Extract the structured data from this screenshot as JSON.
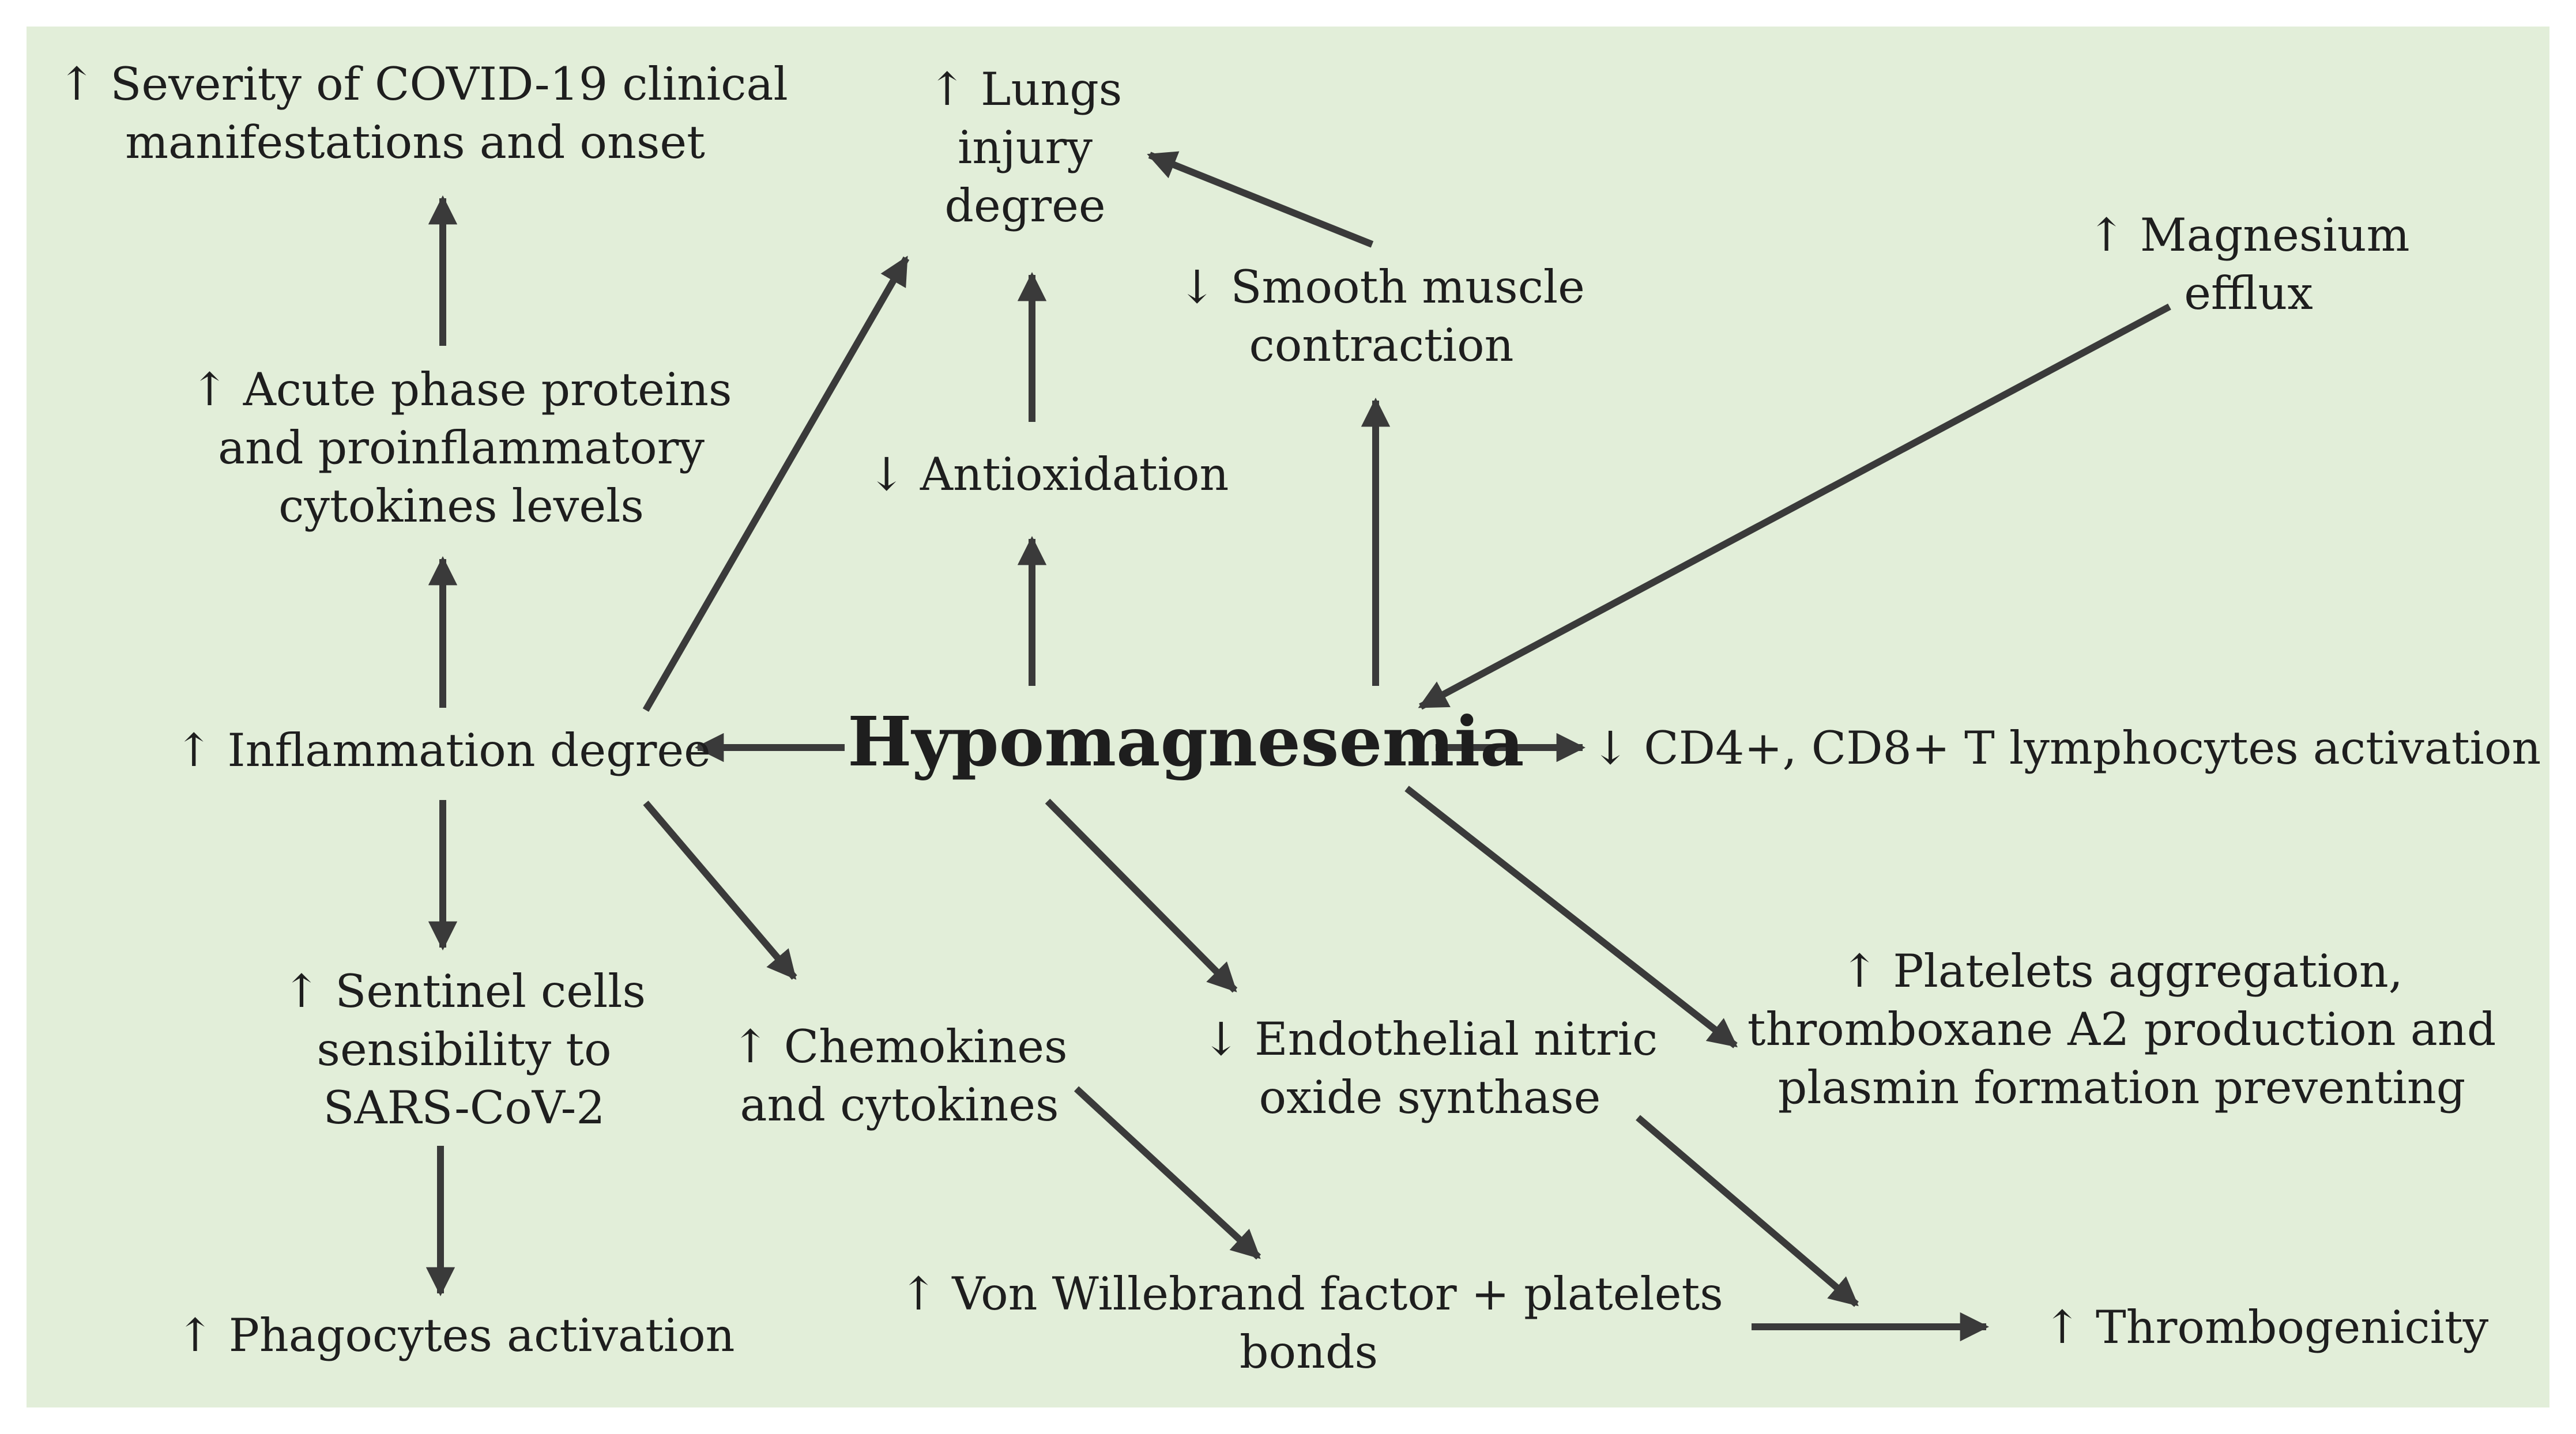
{
  "diagram": {
    "colors": {
      "background": "#e2eed9",
      "arrow": "#3a3a3a",
      "text": "#1e1e1e"
    },
    "hub": {
      "label": "Hypomagnesemia"
    },
    "nodes": {
      "severity": {
        "lines": [
          "↑ Severity of COVID-19 clinical",
          "manifestations and onset"
        ]
      },
      "lungs": {
        "lines": [
          "↑  Lungs",
          "injury",
          "degree"
        ]
      },
      "smooth_muscle": {
        "lines": [
          "↓ Smooth muscle",
          "contraction"
        ]
      },
      "magnesium_efflux": {
        "lines": [
          "↑  Magnesium",
          "efflux"
        ]
      },
      "acute_phase": {
        "lines": [
          "↑  Acute phase proteins",
          "and proinflammatory",
          "cytokines levels"
        ]
      },
      "antioxidation": {
        "lines": [
          "↓ Antioxidation"
        ]
      },
      "inflammation": {
        "lines": [
          "↑ Inflammation degree"
        ]
      },
      "lymphocytes": {
        "lines": [
          "↓ CD4+, CD8+ T lymphocytes activation"
        ]
      },
      "sentinel": {
        "lines": [
          "↑  Sentinel cells",
          "sensibility to",
          "SARS-CoV-2"
        ]
      },
      "chemokines": {
        "lines": [
          "↑  Chemokines",
          "and cytokines"
        ]
      },
      "endothelial": {
        "lines": [
          "↓  Endothelial nitric",
          "oxide synthase"
        ]
      },
      "platelets": {
        "lines": [
          "↑  Platelets aggregation,",
          "thromboxane A2 production and",
          "plasmin formation preventing"
        ]
      },
      "phagocytes": {
        "lines": [
          "↑  Phagocytes activation"
        ]
      },
      "von_willebrand": {
        "lines": [
          "↑  Von Willebrand factor + platelets",
          "bonds"
        ]
      },
      "thrombogenicity": {
        "lines": [
          "↑  Thrombogenicity"
        ]
      }
    }
  }
}
